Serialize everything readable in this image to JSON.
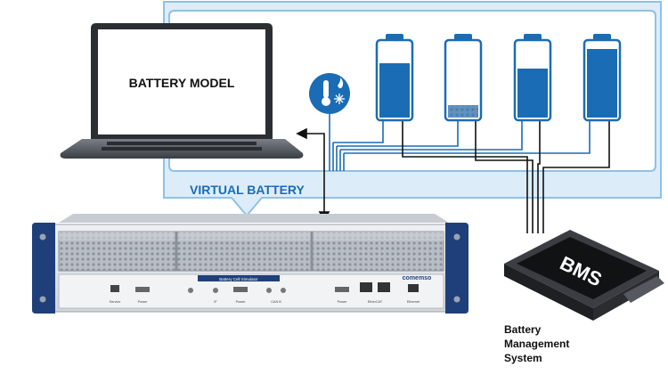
{
  "laptop": {
    "screen_text": "BATTERY MODEL"
  },
  "virtual_battery": {
    "label": "VIRTUAL BATTERY"
  },
  "simulator": {
    "brand": "comemso",
    "panel_title": "Battery Cell Simulator",
    "port_labels": [
      "Service",
      "Power",
      "IF",
      "Power",
      "CAN B",
      "Power",
      "EtherCAT",
      "Ethernet"
    ]
  },
  "bms": {
    "chip_text": "BMS",
    "label_lines": [
      "Battery",
      "Management",
      "System"
    ]
  },
  "temperature_sensor": {
    "icon": "thermometer-fire-snow-icon"
  },
  "batteries": {
    "levels": [
      0.72,
      0.18,
      0.62,
      0.88
    ]
  },
  "colors": {
    "accent_blue": "#1a6cb5",
    "panel_fill": "#dcedf9",
    "panel_border": "#8fc1e6",
    "rack_blue": "#1f3f7a"
  }
}
